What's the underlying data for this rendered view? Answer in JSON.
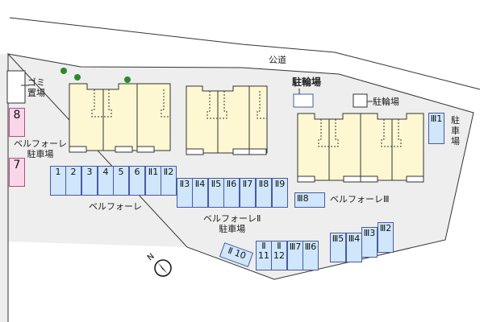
{
  "road": "公道",
  "garbage": "ゴミ\n置場",
  "bike_parking_1": "駐輪場",
  "bike_parking_2": "駐輪場",
  "parking_right": "駐\n車\n場",
  "belfore_parking": "ベルフォーレ\n駐車場",
  "belfore": "ベルフォーレ",
  "belfore2_parking": "ベルフォーレⅡ\n駐車場",
  "belfore3": "ベルフォーレⅢ",
  "compass": "N",
  "spots": {
    "p8": "8",
    "p7": "7",
    "p1": "1",
    "p2": "2",
    "p3": "3",
    "p4": "4",
    "p5": "5",
    "p6": "6",
    "ii1": "Ⅱ1",
    "ii2": "Ⅱ2",
    "ii3": "Ⅱ3",
    "ii4": "Ⅱ4",
    "ii5": "Ⅱ5",
    "ii6": "Ⅱ6",
    "ii7": "Ⅱ7",
    "ii8": "Ⅱ8",
    "ii9": "Ⅱ9",
    "ii10": "Ⅱ 10",
    "ii11": "Ⅱ\n11",
    "ii12": "Ⅱ\n12",
    "iii1": "Ⅲ1",
    "iii2": "Ⅲ2",
    "iii3": "Ⅲ3",
    "iii4": "Ⅲ4",
    "iii5": "Ⅲ5",
    "iii6": "Ⅲ6",
    "iii7": "Ⅲ7",
    "iii8": "Ⅲ8"
  },
  "colors": {
    "building": "#fdf8d2",
    "parking": "#cfe6fb",
    "parking_pink": "#fbd6ea",
    "lot": "#eeeeee",
    "tree": "#2a8a2a"
  }
}
